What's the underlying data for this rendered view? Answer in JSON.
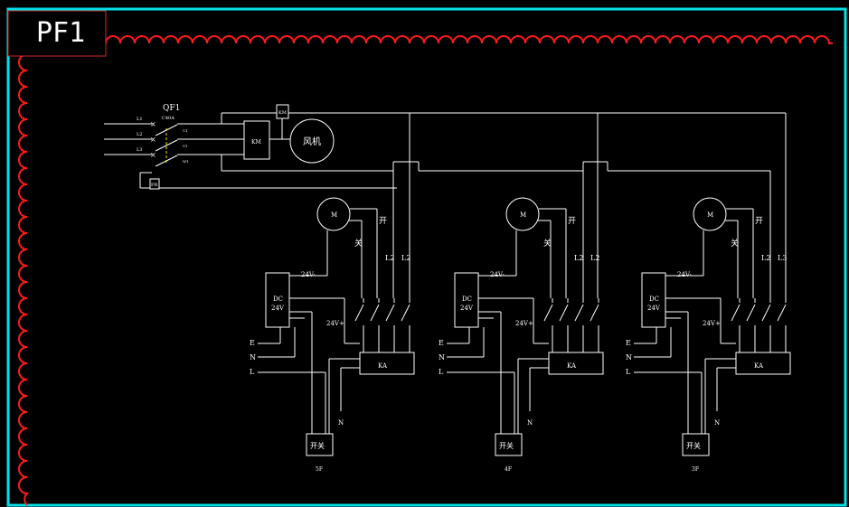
{
  "title_block": {
    "label": "PF1"
  },
  "main_breaker": {
    "label": "QF1",
    "rating": "C40A",
    "phase_labels": [
      "L1",
      "L2",
      "L3"
    ],
    "out_labels": [
      "U1",
      "V1",
      "W1"
    ]
  },
  "fan": {
    "contactor": "KM",
    "thermal": "KM",
    "motor_label": "风机",
    "aux": "FR"
  },
  "units": [
    {
      "floor": "5F",
      "motor": "M",
      "open": "开",
      "close": "关",
      "l_a": "L2",
      "l_b": "L2",
      "psu_line1": "DC",
      "psu_line2": "24V",
      "v_minus": "24V-",
      "v_plus": "24V+",
      "relay": "KA",
      "switch": "开关",
      "inputs": [
        "E",
        "N",
        "L"
      ],
      "n": "N"
    },
    {
      "floor": "4F",
      "motor": "M",
      "open": "开",
      "close": "关",
      "l_a": "L2",
      "l_b": "L2",
      "psu_line1": "DC",
      "psu_line2": "24V",
      "v_minus": "24V-",
      "v_plus": "24V+",
      "relay": "KA",
      "switch": "开关",
      "inputs": [
        "E",
        "N",
        "L"
      ],
      "n": "N"
    },
    {
      "floor": "3F",
      "motor": "M",
      "open": "开",
      "close": "关",
      "l_a": "L2",
      "l_b": "L3",
      "psu_line1": "DC",
      "psu_line2": "24V",
      "v_minus": "24V-",
      "v_plus": "24V+",
      "relay": "KA",
      "switch": "开关",
      "inputs": [
        "E",
        "N",
        "L"
      ],
      "n": "N"
    }
  ]
}
